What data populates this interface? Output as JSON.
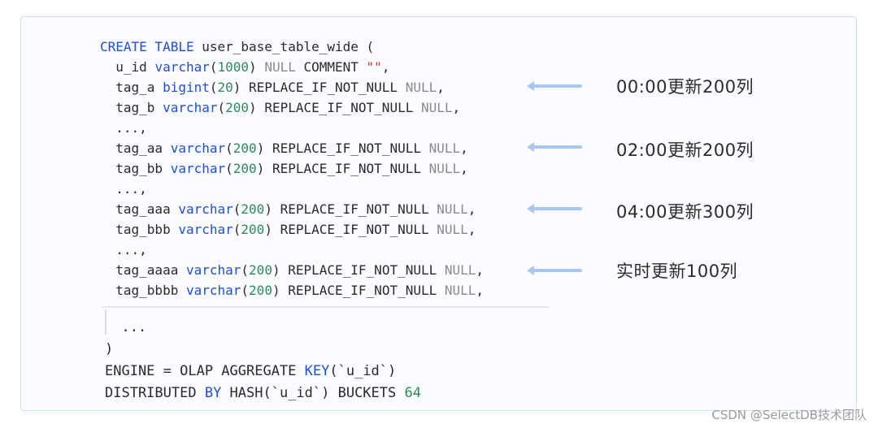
{
  "code_lines": [
    [
      {
        "t": "CREATE TABLE",
        "c": "kw"
      },
      {
        "t": " user_base_table_wide (",
        "c": ""
      }
    ],
    [
      {
        "t": "  u_id ",
        "c": ""
      },
      {
        "t": "varchar",
        "c": "ty"
      },
      {
        "t": "(",
        "c": ""
      },
      {
        "t": "1000",
        "c": "num"
      },
      {
        "t": ") ",
        "c": ""
      },
      {
        "t": "NULL",
        "c": "nul"
      },
      {
        "t": " COMMENT ",
        "c": ""
      },
      {
        "t": "\"\"",
        "c": "str"
      },
      {
        "t": ",",
        "c": ""
      }
    ],
    [
      {
        "t": "  tag_a ",
        "c": ""
      },
      {
        "t": "bigint",
        "c": "ty"
      },
      {
        "t": "(",
        "c": ""
      },
      {
        "t": "20",
        "c": "num"
      },
      {
        "t": ") REPLACE_IF_NOT_NULL ",
        "c": ""
      },
      {
        "t": "NULL",
        "c": "nul"
      },
      {
        "t": ",",
        "c": ""
      }
    ],
    [
      {
        "t": "  tag_b ",
        "c": ""
      },
      {
        "t": "varchar",
        "c": "ty"
      },
      {
        "t": "(",
        "c": ""
      },
      {
        "t": "200",
        "c": "num"
      },
      {
        "t": ") REPLACE_IF_NOT_NULL ",
        "c": ""
      },
      {
        "t": "NULL",
        "c": "nul"
      },
      {
        "t": ",",
        "c": ""
      }
    ],
    [
      {
        "t": "  ...,",
        "c": ""
      }
    ],
    [
      {
        "t": "  tag_aa ",
        "c": ""
      },
      {
        "t": "varchar",
        "c": "ty"
      },
      {
        "t": "(",
        "c": ""
      },
      {
        "t": "200",
        "c": "num"
      },
      {
        "t": ") REPLACE_IF_NOT_NULL ",
        "c": ""
      },
      {
        "t": "NULL",
        "c": "nul"
      },
      {
        "t": ",",
        "c": ""
      }
    ],
    [
      {
        "t": "  tag_bb ",
        "c": ""
      },
      {
        "t": "varchar",
        "c": "ty"
      },
      {
        "t": "(",
        "c": ""
      },
      {
        "t": "200",
        "c": "num"
      },
      {
        "t": ") REPLACE_IF_NOT_NULL ",
        "c": ""
      },
      {
        "t": "NULL",
        "c": "nul"
      },
      {
        "t": ",",
        "c": ""
      }
    ],
    [
      {
        "t": "  ...,",
        "c": ""
      }
    ],
    [
      {
        "t": "  tag_aaa ",
        "c": ""
      },
      {
        "t": "varchar",
        "c": "ty"
      },
      {
        "t": "(",
        "c": ""
      },
      {
        "t": "200",
        "c": "num"
      },
      {
        "t": ") REPLACE_IF_NOT_NULL ",
        "c": ""
      },
      {
        "t": "NULL",
        "c": "nul"
      },
      {
        "t": ",",
        "c": ""
      }
    ],
    [
      {
        "t": "  tag_bbb ",
        "c": ""
      },
      {
        "t": "varchar",
        "c": "ty"
      },
      {
        "t": "(",
        "c": ""
      },
      {
        "t": "200",
        "c": "num"
      },
      {
        "t": ") REPLACE_IF_NOT_NULL ",
        "c": ""
      },
      {
        "t": "NULL",
        "c": "nul"
      },
      {
        "t": ",",
        "c": ""
      }
    ],
    [
      {
        "t": "  ...,",
        "c": ""
      }
    ],
    [
      {
        "t": "  tag_aaaa ",
        "c": ""
      },
      {
        "t": "varchar",
        "c": "ty"
      },
      {
        "t": "(",
        "c": ""
      },
      {
        "t": "200",
        "c": "num"
      },
      {
        "t": ") REPLACE_IF_NOT_NULL ",
        "c": ""
      },
      {
        "t": "NULL",
        "c": "nul"
      },
      {
        "t": ",",
        "c": ""
      }
    ],
    [
      {
        "t": "  tag_bbbb ",
        "c": ""
      },
      {
        "t": "varchar",
        "c": "ty"
      },
      {
        "t": "(",
        "c": ""
      },
      {
        "t": "200",
        "c": "num"
      },
      {
        "t": ") REPLACE_IF_NOT_NULL ",
        "c": ""
      },
      {
        "t": "NULL",
        "c": "nul"
      },
      {
        "t": ",",
        "c": ""
      }
    ]
  ],
  "code_tail": [
    [
      {
        "t": "  ...",
        "c": ""
      }
    ],
    [
      {
        "t": ")",
        "c": ""
      }
    ],
    [
      {
        "t": "ENGINE = OLAP AGGREGATE ",
        "c": ""
      },
      {
        "t": "KEY",
        "c": "kw"
      },
      {
        "t": "(`u_id`)",
        "c": ""
      }
    ],
    [
      {
        "t": "DISTRIBUTED ",
        "c": ""
      },
      {
        "t": "BY",
        "c": "kw"
      },
      {
        "t": " HASH(`u_id`) BUCKETS ",
        "c": ""
      },
      {
        "t": "64",
        "c": "num"
      }
    ]
  ],
  "annotations": [
    {
      "label": "00:00更新200列"
    },
    {
      "label": "02:00更新200列"
    },
    {
      "label": "04:00更新300列"
    },
    {
      "label": "实时更新100列"
    }
  ],
  "watermark": "CSDN @SelectDB技术团队"
}
